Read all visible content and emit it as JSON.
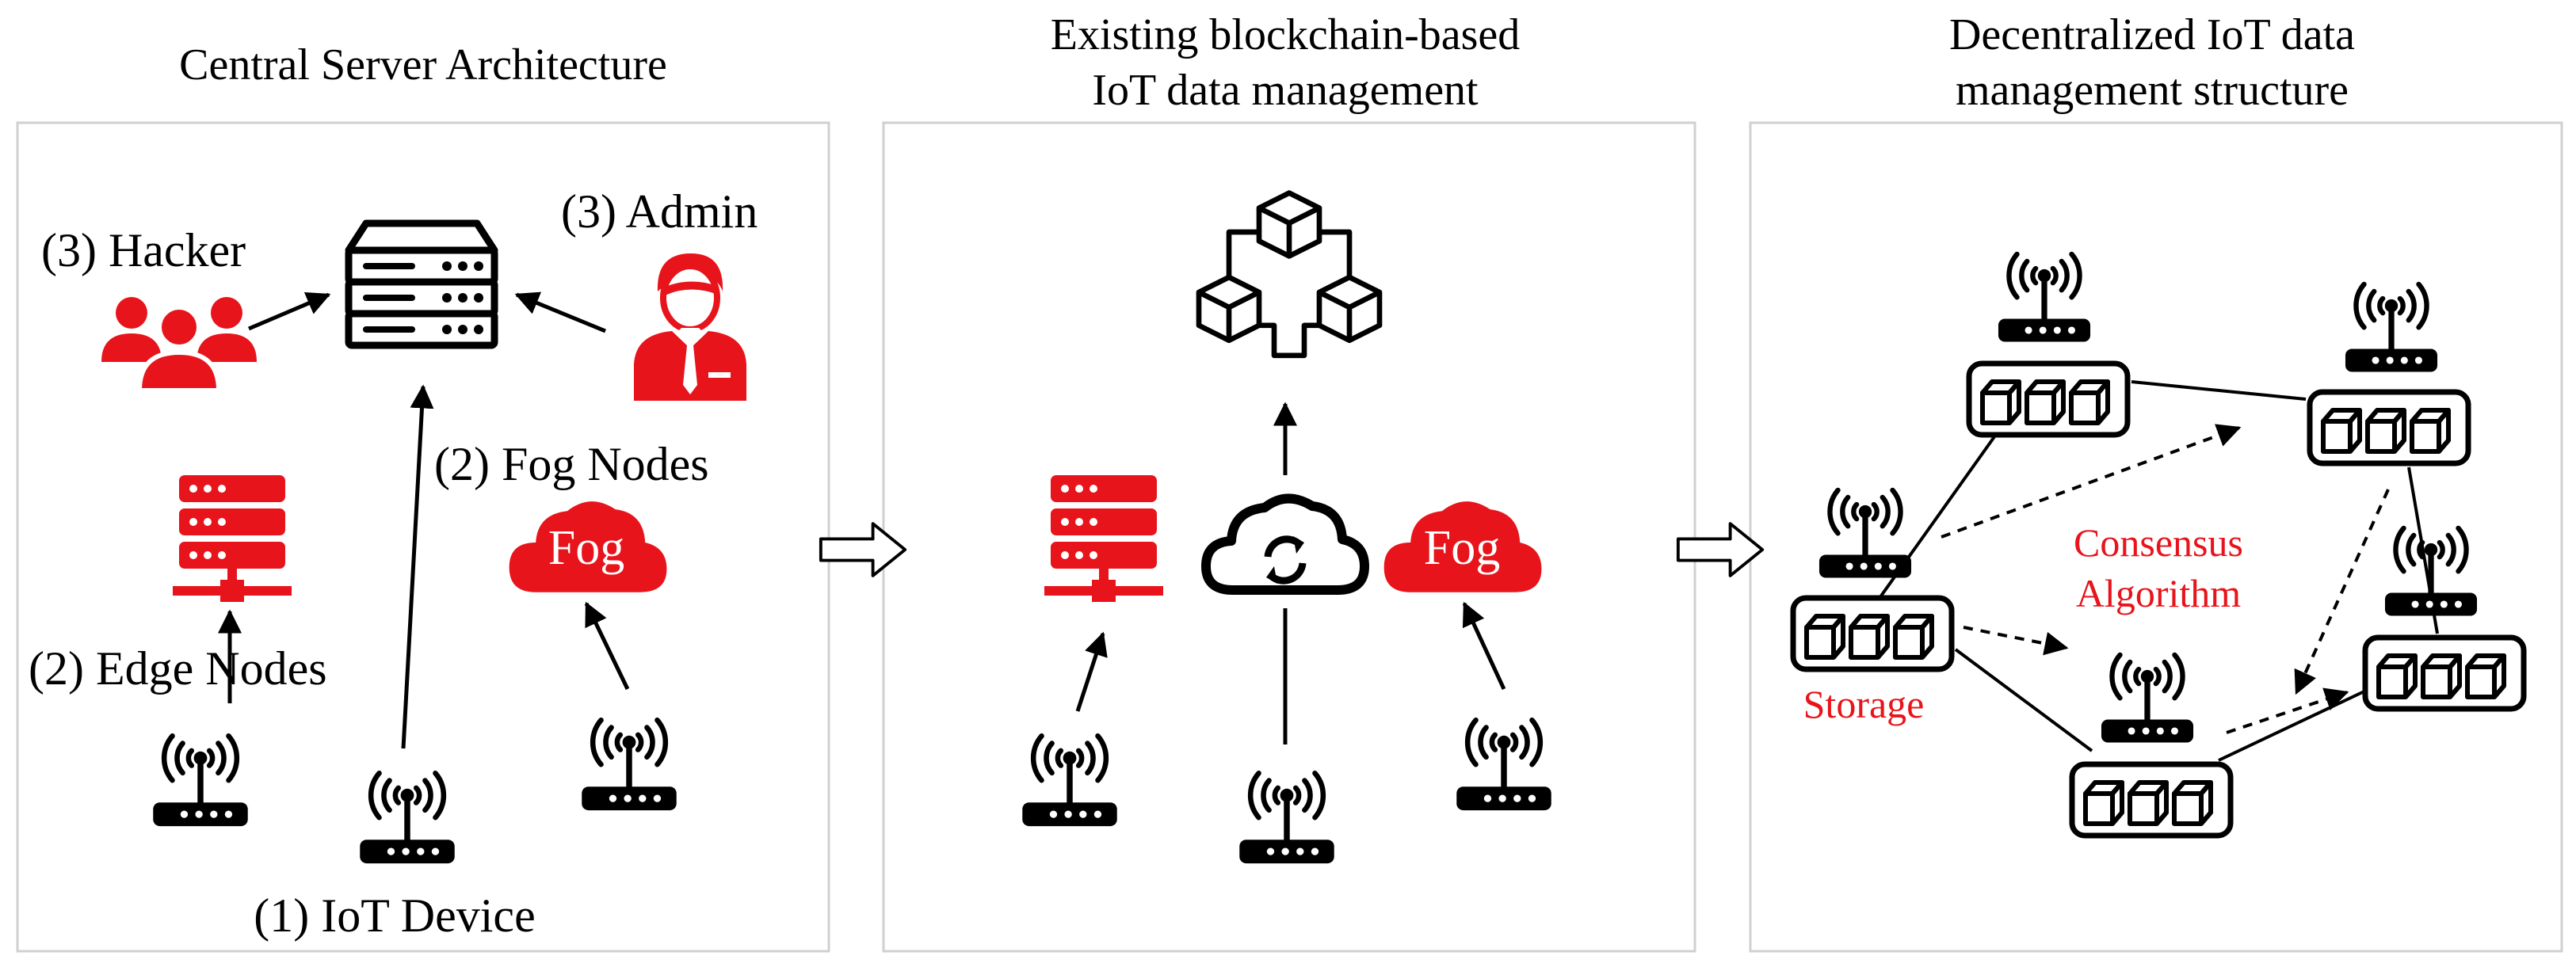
{
  "colors": {
    "accent_red": "#e8141b",
    "ink": "#000000",
    "panel_border": "#d0d0d0"
  },
  "panels": [
    {
      "id": "central",
      "title_lines": [
        "Central Server Architecture"
      ],
      "labels": {
        "hacker": "(3) Hacker",
        "admin": "(3) Admin",
        "fog_nodes": "(2) Fog Nodes",
        "edge_nodes": "(2) Edge Nodes",
        "iot_device": "(1) IoT Device",
        "fog_cloud": "Fog"
      }
    },
    {
      "id": "blockchain",
      "title_lines": [
        "Existing blockchain-based",
        "IoT data management"
      ],
      "labels": {
        "fog_cloud": "Fog"
      }
    },
    {
      "id": "decentralized",
      "title_lines": [
        "Decentralized IoT data",
        "management structure"
      ],
      "labels": {
        "consensus_lines": [
          "Consensus",
          "Algorithm"
        ],
        "storage": "Storage"
      }
    }
  ],
  "icons": {
    "server": "server-rack-icon",
    "hacker": "hacker-group-icon",
    "admin": "admin-person-icon",
    "edge": "edge-server-icon",
    "fog": "fog-cloud-icon",
    "router": "wifi-router-icon",
    "blockchain": "blockchain-cubes-icon",
    "cloud_sync": "cloud-sync-icon",
    "storage": "block-storage-icon",
    "flow_arrow": "hollow-arrow-icon"
  }
}
